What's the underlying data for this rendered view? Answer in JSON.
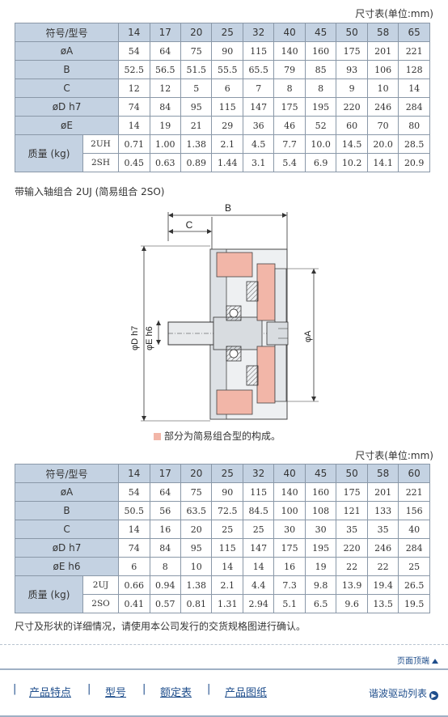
{
  "unit_label": "尺寸表(单位:mm)",
  "table1": {
    "header": [
      "符号/型号",
      "14",
      "17",
      "20",
      "25",
      "32",
      "40",
      "45",
      "50",
      "58",
      "65"
    ],
    "rows": [
      [
        "øA",
        "54",
        "64",
        "75",
        "90",
        "115",
        "140",
        "160",
        "175",
        "201",
        "221"
      ],
      [
        "B",
        "52.5",
        "56.5",
        "51.5",
        "55.5",
        "65.5",
        "79",
        "85",
        "93",
        "106",
        "128"
      ],
      [
        "C",
        "12",
        "12",
        "5",
        "6",
        "7",
        "8",
        "8",
        "9",
        "10",
        "14"
      ],
      [
        "øD h7",
        "74",
        "84",
        "95",
        "115",
        "147",
        "175",
        "195",
        "220",
        "246",
        "284"
      ],
      [
        "øE",
        "14",
        "19",
        "21",
        "29",
        "36",
        "46",
        "52",
        "60",
        "70",
        "80"
      ]
    ],
    "mass_label": "质量 (kg)",
    "mass_rows": [
      [
        "2UH",
        "0.71",
        "1.00",
        "1.38",
        "2.1",
        "4.5",
        "7.7",
        "10.0",
        "14.5",
        "20.0",
        "28.5"
      ],
      [
        "2SH",
        "0.45",
        "0.63",
        "0.89",
        "1.44",
        "3.1",
        "5.4",
        "6.9",
        "10.2",
        "14.1",
        "20.9"
      ]
    ]
  },
  "section_caption": "带输入轴组合 2UJ (简易组合 2SO)",
  "drawing": {
    "label_b": "B",
    "label_c": "C",
    "label_d": "φD h7",
    "label_e": "φE h6",
    "label_a": "φA"
  },
  "legend_text": "部分为简易组合型的构成。",
  "unit_label_2": "尺寸表(单位:mm)",
  "table2": {
    "header": [
      "符号/型号",
      "14",
      "17",
      "20",
      "25",
      "32",
      "40",
      "45",
      "50",
      "58",
      "60"
    ],
    "rows": [
      [
        "øA",
        "54",
        "64",
        "75",
        "90",
        "115",
        "140",
        "160",
        "175",
        "201",
        "221"
      ],
      [
        "B",
        "50.5",
        "56",
        "63.5",
        "72.5",
        "84.5",
        "100",
        "108",
        "121",
        "133",
        "156"
      ],
      [
        "C",
        "14",
        "16",
        "20",
        "25",
        "25",
        "30",
        "30",
        "35",
        "35",
        "40"
      ],
      [
        "øD h7",
        "74",
        "84",
        "95",
        "115",
        "147",
        "175",
        "195",
        "220",
        "246",
        "284"
      ],
      [
        "øE h6",
        "6",
        "8",
        "10",
        "14",
        "14",
        "16",
        "19",
        "22",
        "22",
        "25"
      ]
    ],
    "mass_label": "质量 (kg)",
    "mass_rows": [
      [
        "2UJ",
        "0.66",
        "0.94",
        "1.38",
        "2.1",
        "4.4",
        "7.3",
        "9.8",
        "13.9",
        "19.4",
        "26.5"
      ],
      [
        "2SO",
        "0.41",
        "0.57",
        "0.81",
        "1.31",
        "2.94",
        "5.1",
        "6.5",
        "9.6",
        "13.5",
        "19.5"
      ]
    ]
  },
  "note": "尺寸及形状的详细情况，请使用本公司发行的交货规格图进行确认。",
  "back_to_top": "页面顶端",
  "nav": [
    "产品特点",
    "型号",
    "额定表",
    "产品图纸"
  ],
  "nav_list": "谐波驱动列表",
  "colors": {
    "header_bg": "#c4d2e2",
    "link": "#1f4e8c",
    "highlight": "#f2b6a8"
  }
}
